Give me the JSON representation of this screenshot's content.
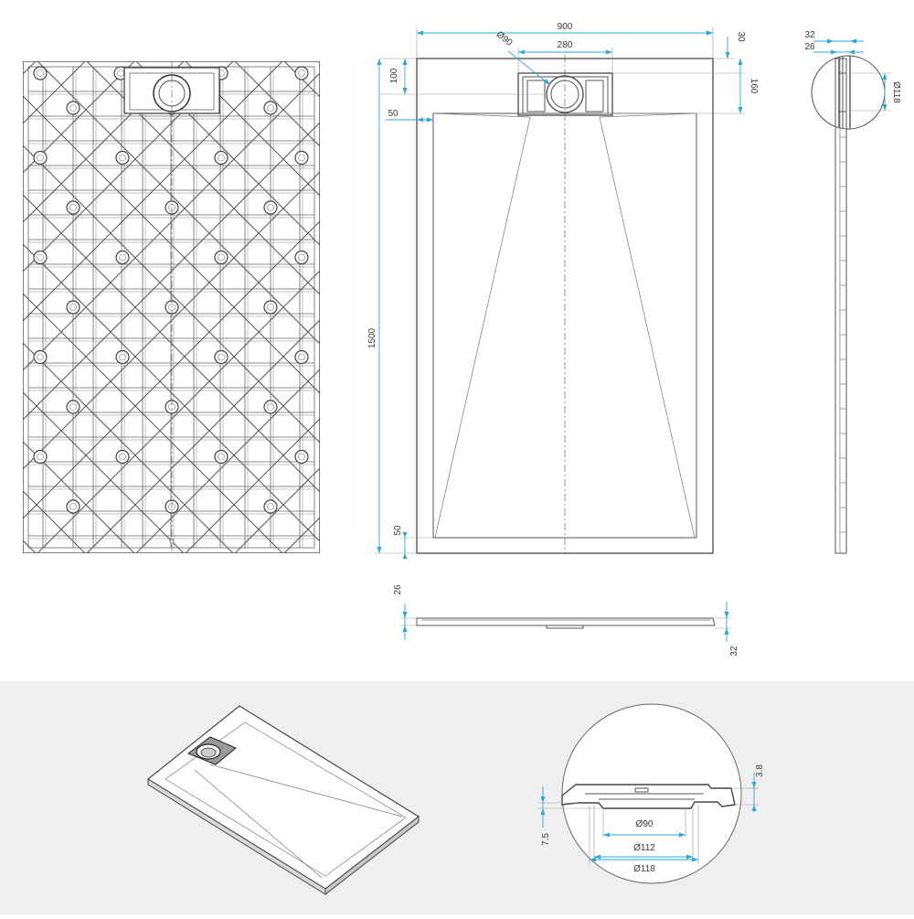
{
  "colors": {
    "dimension": "#2aa8dc",
    "line": "#555555",
    "lower_panel_bg": "#efefef"
  },
  "top_view": {
    "width": "900",
    "drain_width": "280",
    "drain_diameter": "Ø90",
    "top_margin": "30",
    "drain_offset": "100",
    "drain_depth": "160",
    "side_margin": "50",
    "length": "1500",
    "bottom_margin": "50"
  },
  "side_view": {
    "thickness_outer": "32",
    "thickness_inner": "26",
    "outlet": "Ø118"
  },
  "front_view": {
    "thickness_inner": "26",
    "thickness_outer": "32"
  },
  "detail_view": {
    "rim_height": "3.8",
    "depth": "7.5",
    "diameter_inner": "Ø90",
    "diameter_mid": "Ø112",
    "diameter_outer": "Ø118"
  }
}
